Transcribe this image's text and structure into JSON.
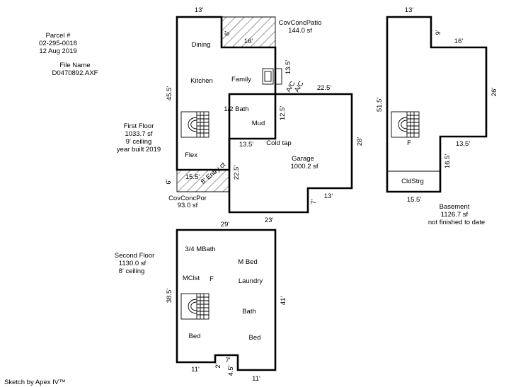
{
  "info": {
    "parcel_label": "Parcel #",
    "parcel_number": "02-295-0018",
    "date": "12 Aug 2019",
    "file_label": "File Name",
    "file_name": "D0470892.AXF",
    "credit": "Sketch by Apex IV™"
  },
  "first_floor": {
    "title": "First Floor",
    "area": "1033.7 sf",
    "ceiling": "9' ceiling",
    "year": "year built 2019",
    "rooms": {
      "dining": "Dining",
      "kitchen": "Kitchen",
      "family": "Family",
      "half_bath": "1/2 Bath",
      "mud": "Mud",
      "flex": "Flex"
    },
    "dims": {
      "top": "13'",
      "left": "45.5'",
      "patio_notch_v": "6'",
      "patio_notch_h": "16'",
      "step_v": "13.5'",
      "ac_1": "A/C",
      "ac_2": "A/C",
      "mud_v": "12.5'",
      "porch_v": "6'"
    }
  },
  "patio": {
    "name": "CovConcPatio",
    "area": "144.0 sf"
  },
  "porch": {
    "name": "CovConcPor",
    "area": "93.0 sf",
    "width": "15.5'",
    "entry": "8' Entry ct"
  },
  "garage": {
    "name": "Garage",
    "area": "1000.2 sf",
    "note": "Cold tap",
    "dims": {
      "top": "22.5'",
      "right": "28'",
      "inner_top": "13.5'",
      "left": "22.5'",
      "bottom": "23'",
      "notch_h": "13'",
      "notch_v": "7'"
    }
  },
  "basement": {
    "title": "Basement",
    "area": "1126.7 sf",
    "note": "not finished to date",
    "rooms": {
      "furnace": "F",
      "cold_storage": "CldStrg"
    },
    "dims": {
      "top": "13'",
      "notch_v": "9'",
      "notch_h": "16'",
      "right": "26'",
      "left": "51.5'",
      "step_h": "13.5'",
      "step_v": "16.5'",
      "bottom": "15.5'"
    }
  },
  "second_floor": {
    "title": "Second Floor",
    "area": "1130.0 sf",
    "ceiling": "8' ceiling",
    "rooms": {
      "master_bath": "3/4 MBath",
      "master_bed": "M Bed",
      "closet": "MClst",
      "furnace": "F",
      "laundry": "Laundry",
      "bath": "Bath",
      "bed_left": "Bed",
      "bed_right": "Bed"
    },
    "dims": {
      "top": "29'",
      "left": "38.5'",
      "right": "41'",
      "bottom_left": "11'",
      "bottom_right": "11'",
      "notch_2": "2'",
      "notch_7": "7'",
      "notch_45": "4.5'"
    }
  }
}
